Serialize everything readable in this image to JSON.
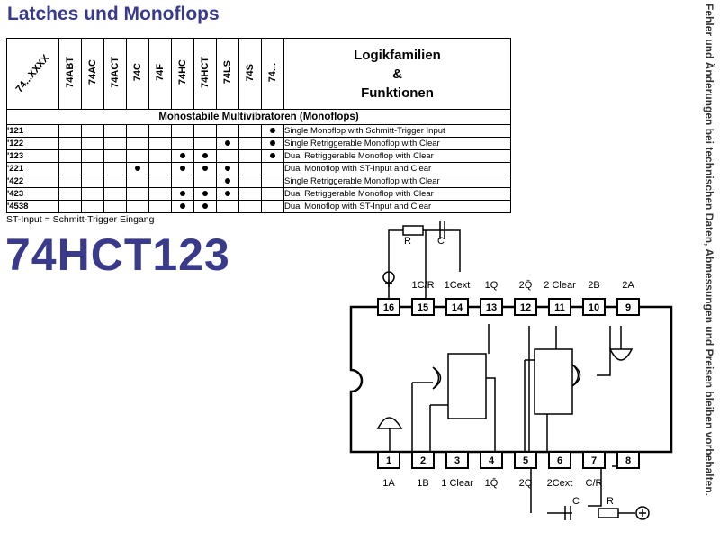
{
  "title": "Latches und Monoflops",
  "side_note": "Fehler und Änderungen bei technischen Daten, Abmessungen und Preisen bleiben vorbehalten.",
  "table": {
    "corner_label": "74...XXXX",
    "families": [
      "74ABT",
      "74AC",
      "74ACT",
      "74C",
      "74F",
      "74HC",
      "74HCT",
      "74LS",
      "74S",
      "74..."
    ],
    "header_right": [
      "Logikfamilien",
      "&",
      "Funktionen"
    ],
    "section_title": "Monostabile Multivibratoren (Monoflops)",
    "rows": [
      {
        "code": "'121",
        "marks": [
          0,
          0,
          0,
          0,
          0,
          0,
          0,
          0,
          0,
          1
        ],
        "desc": "Single Monoflop with Schmitt-Trigger Input"
      },
      {
        "code": "'122",
        "marks": [
          0,
          0,
          0,
          0,
          0,
          0,
          0,
          1,
          0,
          1
        ],
        "desc": "Single Retriggerable Monoflop with Clear"
      },
      {
        "code": "'123",
        "marks": [
          0,
          0,
          0,
          0,
          0,
          1,
          1,
          0,
          0,
          1
        ],
        "desc": "Dual Retriggerable Monoflop with Clear"
      },
      {
        "code": "'221",
        "marks": [
          0,
          0,
          0,
          1,
          0,
          1,
          1,
          1,
          0,
          0
        ],
        "desc": "Dual Monoflop with ST-Input and Clear"
      },
      {
        "code": "'422",
        "marks": [
          0,
          0,
          0,
          0,
          0,
          0,
          0,
          1,
          0,
          0
        ],
        "desc": "Single Retriggerable Monoflop with Clear"
      },
      {
        "code": "'423",
        "marks": [
          0,
          0,
          0,
          0,
          0,
          1,
          1,
          1,
          0,
          0
        ],
        "desc": "Dual Retriggerable Monoflop with Clear"
      },
      {
        "code": "'4538",
        "marks": [
          0,
          0,
          0,
          0,
          0,
          1,
          1,
          0,
          0,
          0
        ],
        "desc": "Dual Monoflop with ST-Input and Clear"
      }
    ]
  },
  "footnote": "ST-Input = Schmitt-Trigger Eingang",
  "part_number": "74HCT123",
  "pinout": {
    "top_pins": [
      {
        "num": "16",
        "label": ""
      },
      {
        "num": "15",
        "label": "1C/R"
      },
      {
        "num": "14",
        "label": "1Cext"
      },
      {
        "num": "13",
        "label": "1Q"
      },
      {
        "num": "12",
        "label": "2Q̄"
      },
      {
        "num": "11",
        "label": "2 Clear"
      },
      {
        "num": "10",
        "label": "2B"
      },
      {
        "num": "9",
        "label": "2A"
      }
    ],
    "bottom_pins": [
      {
        "num": "1",
        "label": "1A"
      },
      {
        "num": "2",
        "label": "1B"
      },
      {
        "num": "3",
        "label": "1 Clear"
      },
      {
        "num": "4",
        "label": "1Q̄"
      },
      {
        "num": "5",
        "label": "2Q"
      },
      {
        "num": "6",
        "label": "2Cext"
      },
      {
        "num": "7",
        "label": "C/R"
      },
      {
        "num": "8",
        "label": ""
      }
    ],
    "top_ext_labels": {
      "r": "R",
      "c": "C"
    },
    "bottom_ext_labels": {
      "c": "C",
      "r": "R"
    }
  }
}
